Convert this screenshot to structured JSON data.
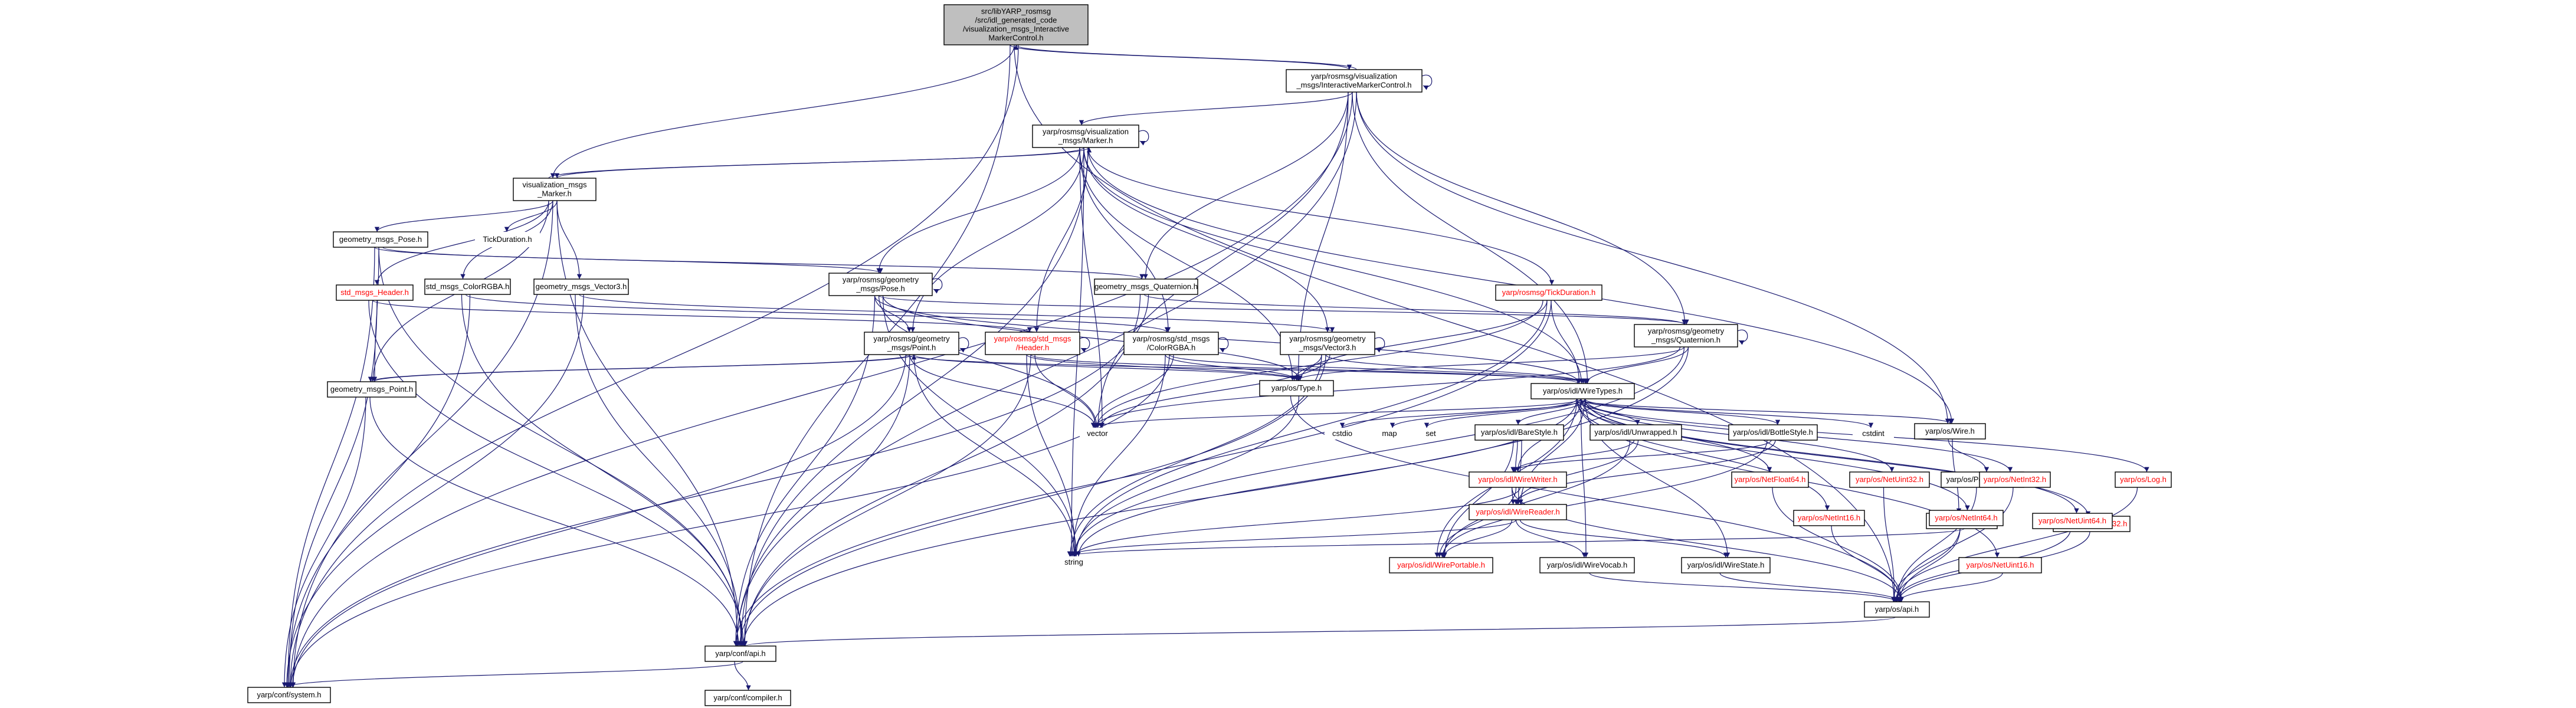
{
  "graph": {
    "nodes": [
      {
        "id": "root",
        "lines": [
          "src/libYARP_rosmsg",
          "/src/idl_generated_code",
          "/visualization_msgs_Interactive",
          "MarkerControl.h"
        ],
        "style": "root"
      },
      {
        "id": "imc",
        "lines": [
          "yarp/rosmsg/visualization",
          "_msgs/InteractiveMarkerControl.h"
        ]
      },
      {
        "id": "vmm",
        "lines": [
          "yarp/rosmsg/visualization",
          "_msgs/Marker.h"
        ]
      },
      {
        "id": "vm_marker",
        "lines": [
          "visualization_msgs",
          "_Marker.h"
        ]
      },
      {
        "id": "gm_pose",
        "lines": [
          "geometry_msgs_Pose.h"
        ]
      },
      {
        "id": "tickdur",
        "lines": [
          "TickDuration.h"
        ],
        "style": "plain"
      },
      {
        "id": "gq",
        "lines": [
          "geometry_msgs_Quaternion.h"
        ]
      },
      {
        "id": "yrgp",
        "lines": [
          "yarp/rosmsg/geometry",
          "_msgs/Pose.h"
        ]
      },
      {
        "id": "smh",
        "lines": [
          "std_msgs_Header.h"
        ],
        "style": "red"
      },
      {
        "id": "smc",
        "lines": [
          "std_msgs_ColorRGBA.h"
        ]
      },
      {
        "id": "gmv",
        "lines": [
          "geometry_msgs_Vector3.h"
        ]
      },
      {
        "id": "ytd",
        "lines": [
          "yarp/rosmsg/TickDuration.h"
        ],
        "style": "red"
      },
      {
        "id": "ygq",
        "lines": [
          "yarp/rosmsg/geometry",
          "_msgs/Quaternion.h"
        ]
      },
      {
        "id": "ygpt",
        "lines": [
          "yarp/rosmsg/geometry",
          "_msgs/Point.h"
        ]
      },
      {
        "id": "ysh",
        "lines": [
          "yarp/rosmsg/std_msgs",
          "/Header.h"
        ],
        "style": "red"
      },
      {
        "id": "ysc",
        "lines": [
          "yarp/rosmsg/std_msgs",
          "/ColorRGBA.h"
        ]
      },
      {
        "id": "ygv",
        "lines": [
          "yarp/rosmsg/geometry",
          "_msgs/Vector3.h"
        ]
      },
      {
        "id": "gmp",
        "lines": [
          "geometry_msgs_Point.h"
        ]
      },
      {
        "id": "ytype",
        "lines": [
          "yarp/os/Type.h"
        ]
      },
      {
        "id": "wt",
        "lines": [
          "yarp/os/idl/WireTypes.h"
        ]
      },
      {
        "id": "vector",
        "lines": [
          "vector"
        ],
        "style": "plain"
      },
      {
        "id": "cstdio",
        "lines": [
          "cstdio"
        ],
        "style": "plain"
      },
      {
        "id": "map",
        "lines": [
          "map"
        ],
        "style": "plain"
      },
      {
        "id": "set",
        "lines": [
          "set"
        ],
        "style": "plain"
      },
      {
        "id": "bare",
        "lines": [
          "yarp/os/idl/BareStyle.h"
        ]
      },
      {
        "id": "unwr",
        "lines": [
          "yarp/os/idl/Unwrapped.h"
        ]
      },
      {
        "id": "both",
        "lines": [
          "yarp/os/idl/BottleStyle.h"
        ]
      },
      {
        "id": "cstdint",
        "lines": [
          "cstdint"
        ],
        "style": "plain"
      },
      {
        "id": "wire",
        "lines": [
          "yarp/os/Wire.h"
        ]
      },
      {
        "id": "portreader",
        "lines": [
          "yarp/os/PortReader.h"
        ]
      },
      {
        "id": "wirelink",
        "lines": [
          "yarp/os/WireLink.h"
        ]
      },
      {
        "id": "log",
        "lines": [
          "yarp/os/Log.h"
        ],
        "style": "red"
      },
      {
        "id": "nf32",
        "lines": [
          "yarp/os/NetFloat32.h"
        ],
        "style": "red"
      },
      {
        "id": "nf64",
        "lines": [
          "yarp/os/NetFloat64.h"
        ],
        "style": "red"
      },
      {
        "id": "nui32",
        "lines": [
          "yarp/os/NetUint32.h"
        ],
        "style": "red"
      },
      {
        "id": "ni32",
        "lines": [
          "yarp/os/NetInt32.h"
        ],
        "style": "red"
      },
      {
        "id": "ni16",
        "lines": [
          "yarp/os/NetInt16.h"
        ],
        "style": "red"
      },
      {
        "id": "ni64",
        "lines": [
          "yarp/os/NetInt64.h"
        ],
        "style": "red"
      },
      {
        "id": "nui64",
        "lines": [
          "yarp/os/NetUint64.h"
        ],
        "style": "red"
      },
      {
        "id": "nui16",
        "lines": [
          "yarp/os/NetUint16.h"
        ],
        "style": "red"
      },
      {
        "id": "ww",
        "lines": [
          "yarp/os/idl/WireWriter.h"
        ],
        "style": "red"
      },
      {
        "id": "wr",
        "lines": [
          "yarp/os/idl/WireReader.h"
        ],
        "style": "red"
      },
      {
        "id": "wport",
        "lines": [
          "yarp/os/idl/WirePortable.h"
        ],
        "style": "red"
      },
      {
        "id": "wvocab",
        "lines": [
          "yarp/os/idl/WireVocab.h"
        ]
      },
      {
        "id": "wstate",
        "lines": [
          "yarp/os/idl/WireState.h"
        ]
      },
      {
        "id": "string",
        "lines": [
          "string"
        ],
        "style": "plain"
      },
      {
        "id": "api",
        "lines": [
          "yarp/os/api.h"
        ]
      },
      {
        "id": "confapi",
        "lines": [
          "yarp/conf/api.h"
        ]
      },
      {
        "id": "system",
        "lines": [
          "yarp/conf/system.h"
        ]
      },
      {
        "id": "compiler",
        "lines": [
          "yarp/conf/compiler.h"
        ]
      }
    ],
    "edges": [
      [
        "root",
        "imc"
      ],
      [
        "root",
        "vm_marker"
      ],
      [
        "root",
        "system"
      ],
      [
        "root",
        "confapi"
      ],
      [
        "root",
        "api"
      ],
      [
        "imc",
        "root"
      ],
      [
        "imc",
        "imc"
      ],
      [
        "imc",
        "vmm"
      ],
      [
        "imc",
        "ygq"
      ],
      [
        "imc",
        "ytype"
      ],
      [
        "imc",
        "wt"
      ],
      [
        "imc",
        "wire"
      ],
      [
        "imc",
        "vector"
      ],
      [
        "imc",
        "system"
      ],
      [
        "imc",
        "confapi"
      ],
      [
        "imc",
        "gq"
      ],
      [
        "vmm",
        "vm_marker"
      ],
      [
        "vmm",
        "vmm"
      ],
      [
        "vmm",
        "yrgp"
      ],
      [
        "vmm",
        "ygpt"
      ],
      [
        "vmm",
        "ysh"
      ],
      [
        "vmm",
        "ysc"
      ],
      [
        "vmm",
        "ygv"
      ],
      [
        "vmm",
        "ytd"
      ],
      [
        "vmm",
        "ytype"
      ],
      [
        "vmm",
        "wt"
      ],
      [
        "vmm",
        "wire"
      ],
      [
        "vmm",
        "vector"
      ],
      [
        "vmm",
        "string"
      ],
      [
        "vmm",
        "confapi"
      ],
      [
        "vm_marker",
        "vmm"
      ],
      [
        "vm_marker",
        "gm_pose"
      ],
      [
        "vm_marker",
        "tickdur"
      ],
      [
        "vm_marker",
        "smh"
      ],
      [
        "vm_marker",
        "smc"
      ],
      [
        "vm_marker",
        "gmv"
      ],
      [
        "vm_marker",
        "gmp"
      ],
      [
        "vm_marker",
        "system"
      ],
      [
        "vm_marker",
        "confapi"
      ],
      [
        "gm_pose",
        "yrgp"
      ],
      [
        "gm_pose",
        "gmp"
      ],
      [
        "gm_pose",
        "gq"
      ],
      [
        "gm_pose",
        "system"
      ],
      [
        "gm_pose",
        "confapi"
      ],
      [
        "yrgp",
        "yrgp"
      ],
      [
        "yrgp",
        "ygpt"
      ],
      [
        "yrgp",
        "ygq"
      ],
      [
        "yrgp",
        "ytype"
      ],
      [
        "yrgp",
        "wt"
      ],
      [
        "yrgp",
        "vector"
      ],
      [
        "yrgp",
        "string"
      ],
      [
        "yrgp",
        "confapi"
      ],
      [
        "gq",
        "ygq"
      ],
      [
        "gq",
        "system"
      ],
      [
        "gq",
        "confapi"
      ],
      [
        "smh",
        "ysh"
      ],
      [
        "smh",
        "system"
      ],
      [
        "smh",
        "confapi"
      ],
      [
        "smc",
        "ysc"
      ],
      [
        "smc",
        "system"
      ],
      [
        "smc",
        "confapi"
      ],
      [
        "gmv",
        "ygv"
      ],
      [
        "gmv",
        "system"
      ],
      [
        "gmv",
        "confapi"
      ],
      [
        "ytd",
        "ytype"
      ],
      [
        "ytd",
        "wt"
      ],
      [
        "ytd",
        "vector"
      ],
      [
        "ytd",
        "string"
      ],
      [
        "ytd",
        "confapi"
      ],
      [
        "ygq",
        "ygq"
      ],
      [
        "ygq",
        "ytype"
      ],
      [
        "ygq",
        "wt"
      ],
      [
        "ygq",
        "vector"
      ],
      [
        "ygq",
        "string"
      ],
      [
        "ygq",
        "confapi"
      ],
      [
        "ygpt",
        "ygpt"
      ],
      [
        "ygpt",
        "gmp"
      ],
      [
        "ygpt",
        "ytype"
      ],
      [
        "ygpt",
        "wt"
      ],
      [
        "ygpt",
        "vector"
      ],
      [
        "ygpt",
        "string"
      ],
      [
        "ygpt",
        "system"
      ],
      [
        "ygpt",
        "confapi"
      ],
      [
        "ysh",
        "ysh"
      ],
      [
        "ysh",
        "ytype"
      ],
      [
        "ysh",
        "wt"
      ],
      [
        "ysh",
        "vector"
      ],
      [
        "ysh",
        "string"
      ],
      [
        "ysh",
        "confapi"
      ],
      [
        "ysc",
        "ysc"
      ],
      [
        "ysc",
        "ytype"
      ],
      [
        "ysc",
        "wt"
      ],
      [
        "ysc",
        "vector"
      ],
      [
        "ysc",
        "string"
      ],
      [
        "ysc",
        "system"
      ],
      [
        "ygv",
        "ygv"
      ],
      [
        "ygv",
        "ytype"
      ],
      [
        "ygv",
        "wt"
      ],
      [
        "ygv",
        "vector"
      ],
      [
        "ygv",
        "string"
      ],
      [
        "ygv",
        "confapi"
      ],
      [
        "gmp",
        "ygpt"
      ],
      [
        "gmp",
        "system"
      ],
      [
        "gmp",
        "confapi"
      ],
      [
        "ytype",
        "string"
      ],
      [
        "ytype",
        "api"
      ],
      [
        "wt",
        "vector"
      ],
      [
        "wt",
        "cstdio"
      ],
      [
        "wt",
        "map"
      ],
      [
        "wt",
        "set"
      ],
      [
        "wt",
        "bare"
      ],
      [
        "wt",
        "unwr"
      ],
      [
        "wt",
        "both"
      ],
      [
        "wt",
        "cstdint"
      ],
      [
        "wt",
        "wire"
      ],
      [
        "wt",
        "log"
      ],
      [
        "wt",
        "nf32"
      ],
      [
        "wt",
        "nf64"
      ],
      [
        "wt",
        "nui32"
      ],
      [
        "wt",
        "ni32"
      ],
      [
        "wt",
        "ni16"
      ],
      [
        "wt",
        "ni64"
      ],
      [
        "wt",
        "nui64"
      ],
      [
        "wt",
        "nui16"
      ],
      [
        "wt",
        "ww"
      ],
      [
        "wt",
        "wr"
      ],
      [
        "wt",
        "wport"
      ],
      [
        "wt",
        "wvocab"
      ],
      [
        "wt",
        "wstate"
      ],
      [
        "wt",
        "string"
      ],
      [
        "bare",
        "ww"
      ],
      [
        "bare",
        "wr"
      ],
      [
        "bare",
        "wport"
      ],
      [
        "unwr",
        "ww"
      ],
      [
        "unwr",
        "wr"
      ],
      [
        "unwr",
        "wport"
      ],
      [
        "both",
        "ww"
      ],
      [
        "both",
        "wr"
      ],
      [
        "both",
        "wport"
      ],
      [
        "wire",
        "portreader"
      ],
      [
        "wire",
        "wirelink"
      ],
      [
        "portreader",
        "api"
      ],
      [
        "wirelink",
        "api"
      ],
      [
        "wirelink",
        "string"
      ],
      [
        "log",
        "api"
      ],
      [
        "nf32",
        "api"
      ],
      [
        "nf64",
        "api"
      ],
      [
        "nui32",
        "api"
      ],
      [
        "ni32",
        "api"
      ],
      [
        "ni16",
        "api"
      ],
      [
        "ni64",
        "api"
      ],
      [
        "nui64",
        "api"
      ],
      [
        "nui16",
        "api"
      ],
      [
        "ww",
        "wr"
      ],
      [
        "ww",
        "wport"
      ],
      [
        "ww",
        "string"
      ],
      [
        "ww",
        "api"
      ],
      [
        "wr",
        "wvocab"
      ],
      [
        "wr",
        "wstate"
      ],
      [
        "wr",
        "wport"
      ],
      [
        "wr",
        "string"
      ],
      [
        "wvocab",
        "api"
      ],
      [
        "wstate",
        "api"
      ],
      [
        "api",
        "confapi"
      ],
      [
        "confapi",
        "system"
      ],
      [
        "confapi",
        "compiler"
      ]
    ]
  }
}
